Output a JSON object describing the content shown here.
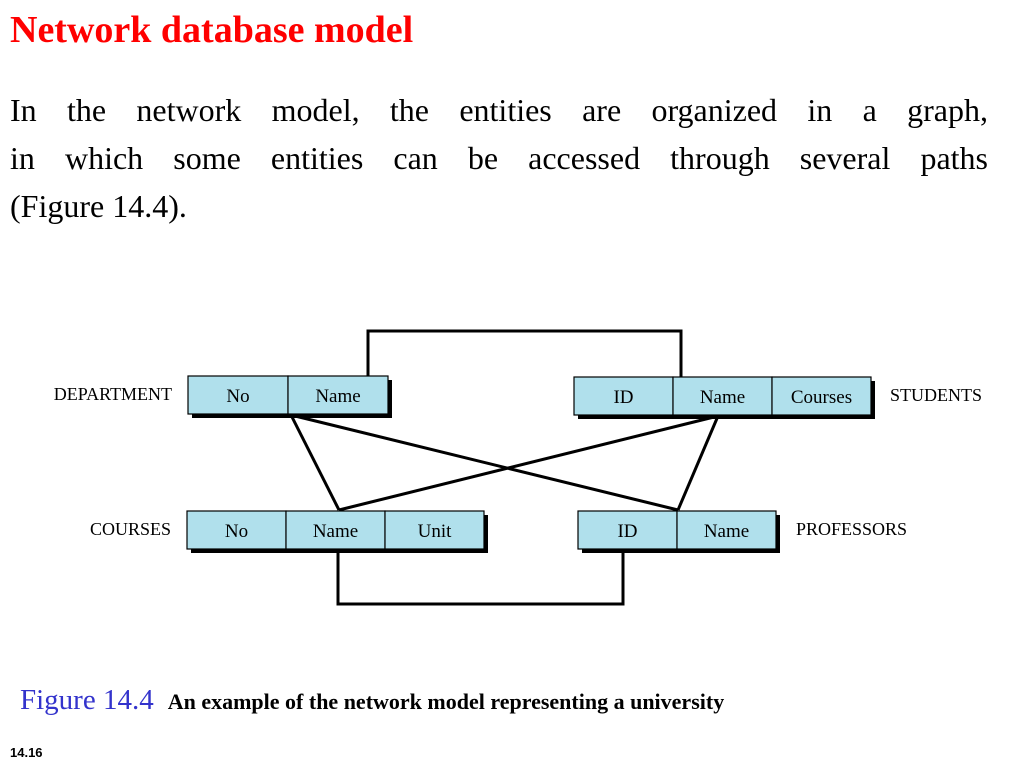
{
  "slide": {
    "title": "Network database model",
    "body_lines": [
      "In the network model, the entities are organized in a graph,",
      "in which some entities can be accessed through several paths",
      "(Figure 14.4)."
    ],
    "page_number": "14.16"
  },
  "colors": {
    "title": "#ff0000",
    "figure_label": "#3333cc",
    "cell_fill": "#b0e0ec",
    "stroke": "#000000"
  },
  "diagram": {
    "entities": [
      {
        "id": "department",
        "label": "DEPARTMENT",
        "fields": [
          "No",
          "Name"
        ]
      },
      {
        "id": "students",
        "label": "STUDENTS",
        "fields": [
          "ID",
          "Name",
          "Courses"
        ]
      },
      {
        "id": "courses",
        "label": "COURSES",
        "fields": [
          "No",
          "Name",
          "Unit"
        ]
      },
      {
        "id": "professors",
        "label": "PROFESSORS",
        "fields": [
          "ID",
          "Name"
        ]
      }
    ],
    "links": [
      {
        "from": "department.Name",
        "to": "students.Name"
      },
      {
        "from": "department.Name",
        "to": "courses.Name"
      },
      {
        "from": "department.Name",
        "to": "professors.ID"
      },
      {
        "from": "students.Name",
        "to": "courses.Name"
      },
      {
        "from": "students.Name",
        "to": "professors.ID"
      },
      {
        "from": "courses.Name",
        "to": "professors.ID"
      }
    ]
  },
  "caption": {
    "figure_label": "Figure 14.4",
    "text": "An example of the network model representing a university"
  }
}
